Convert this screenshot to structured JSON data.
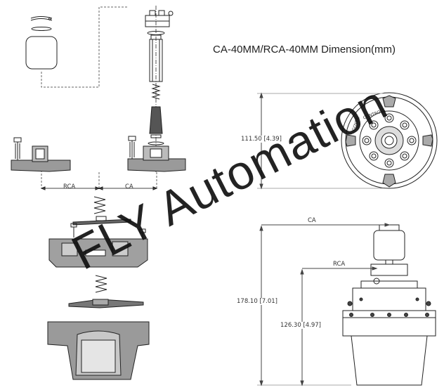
{
  "title": "CA-40MM/RCA-40MM Dimension(mm)",
  "dimensions": {
    "dim_top_height": "111.50  [4.39]",
    "dim_total_height": "178.10  [7.01]",
    "dim_lower_height": "126.30  [4.97]",
    "label_ca_right": "CA",
    "label_rca_right": "RCA",
    "label_ca_left": "CA",
    "label_rca_left": "RCA"
  },
  "valve_face_text": {
    "goyen_text": "GOYEN",
    "controls_text": "CONTROLS"
  },
  "watermark": "FLY Automation"
}
